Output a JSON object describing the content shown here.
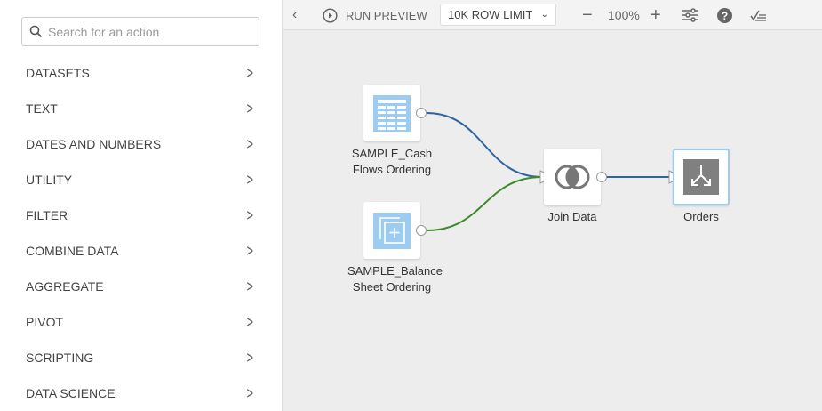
{
  "sidebar": {
    "search_placeholder": "Search for an action",
    "categories": [
      "DATASETS",
      "TEXT",
      "DATES AND NUMBERS",
      "UTILITY",
      "FILTER",
      "COMBINE DATA",
      "AGGREGATE",
      "PIVOT",
      "SCRIPTING",
      "DATA SCIENCE"
    ]
  },
  "toolbar": {
    "run_preview": "RUN PREVIEW",
    "row_limit": "10K ROW LIMIT",
    "zoom": "100%"
  },
  "nodes": {
    "cash": "SAMPLE_Cash Flows Ordering",
    "balance": "SAMPLE_Balance Sheet Ordering",
    "join": "Join Data",
    "orders": "Orders"
  },
  "colors": {
    "link_blue": "#2f649e",
    "link_green": "#3e8a2a",
    "dataset_icon": "#9ccdf0",
    "output_icon": "#808080"
  }
}
